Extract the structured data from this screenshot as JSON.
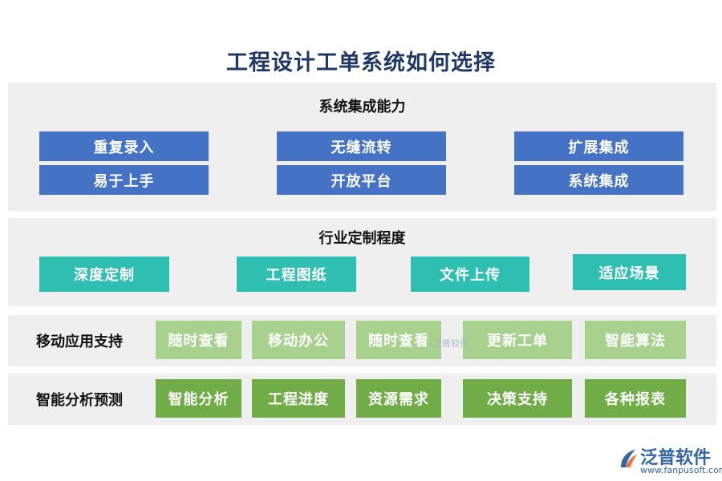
{
  "title": "工程设计工单系统如何选择",
  "section1": {
    "title": "系统集成能力",
    "items": [
      "重复录入",
      "无缝流转",
      "扩展集成",
      "易于上手",
      "开放平台",
      "系统集成"
    ]
  },
  "section2": {
    "title": "行业定制程度",
    "items": [
      "深度定制",
      "工程图纸",
      "文件上传",
      "适应场景"
    ]
  },
  "section3": {
    "label": "移动应用支持",
    "items": [
      "随时查看",
      "移动办公",
      "随时查看",
      "更新工单",
      "智能算法"
    ]
  },
  "section4": {
    "label": "智能分析预测",
    "items": [
      "智能分析",
      "工程进度",
      "资源需求",
      "决策支持",
      "各种报表"
    ]
  },
  "watermark": "泛普软件",
  "logo": {
    "name": "泛普软件",
    "url": "www.fanpusoft.com"
  },
  "colors": {
    "blue": "#4472c4",
    "teal": "#2fbfb1",
    "light_green": "#a9d18e",
    "green": "#70ad47",
    "title": "#1f3864"
  }
}
